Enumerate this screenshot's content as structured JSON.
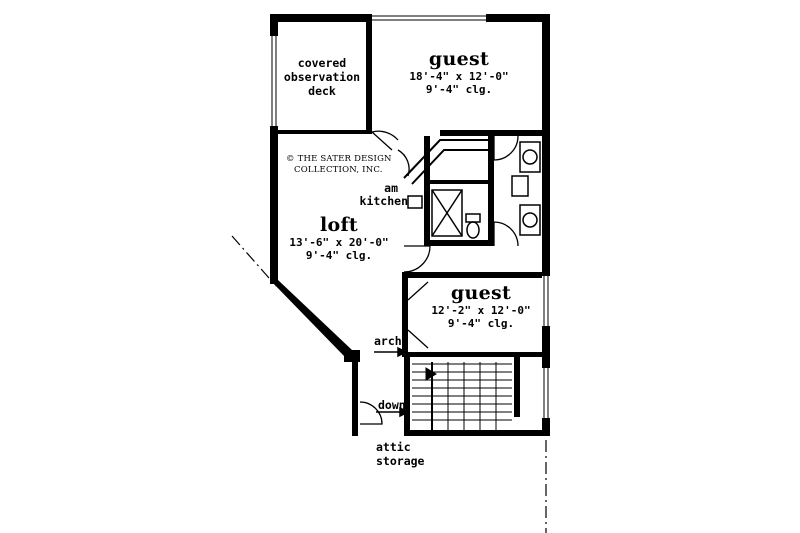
{
  "rooms": {
    "deck": {
      "line1": "covered",
      "line2": "observation",
      "line3": "deck"
    },
    "guest_upper": {
      "name": "guest",
      "dims": "18'-4\" x 12'-0\"",
      "ceiling": "9'-4\" clg."
    },
    "loft": {
      "name": "loft",
      "dims": "13'-6\" x 20'-0\"",
      "ceiling": "9'-4\" clg."
    },
    "guest_lower": {
      "name": "guest",
      "dims": "12'-2\" x 12'-0\"",
      "ceiling": "9'-4\" clg."
    },
    "am_kitchen": {
      "line1": "am",
      "line2": "kitchen"
    },
    "attic": {
      "line1": "attic",
      "line2": "storage"
    }
  },
  "labels": {
    "arch": "arch",
    "down": "down"
  },
  "copyright": {
    "line1": "© THE SATER DESIGN",
    "line2": "COLLECTION, INC."
  },
  "colors": {
    "ink": "#000000",
    "paper": "#ffffff"
  }
}
